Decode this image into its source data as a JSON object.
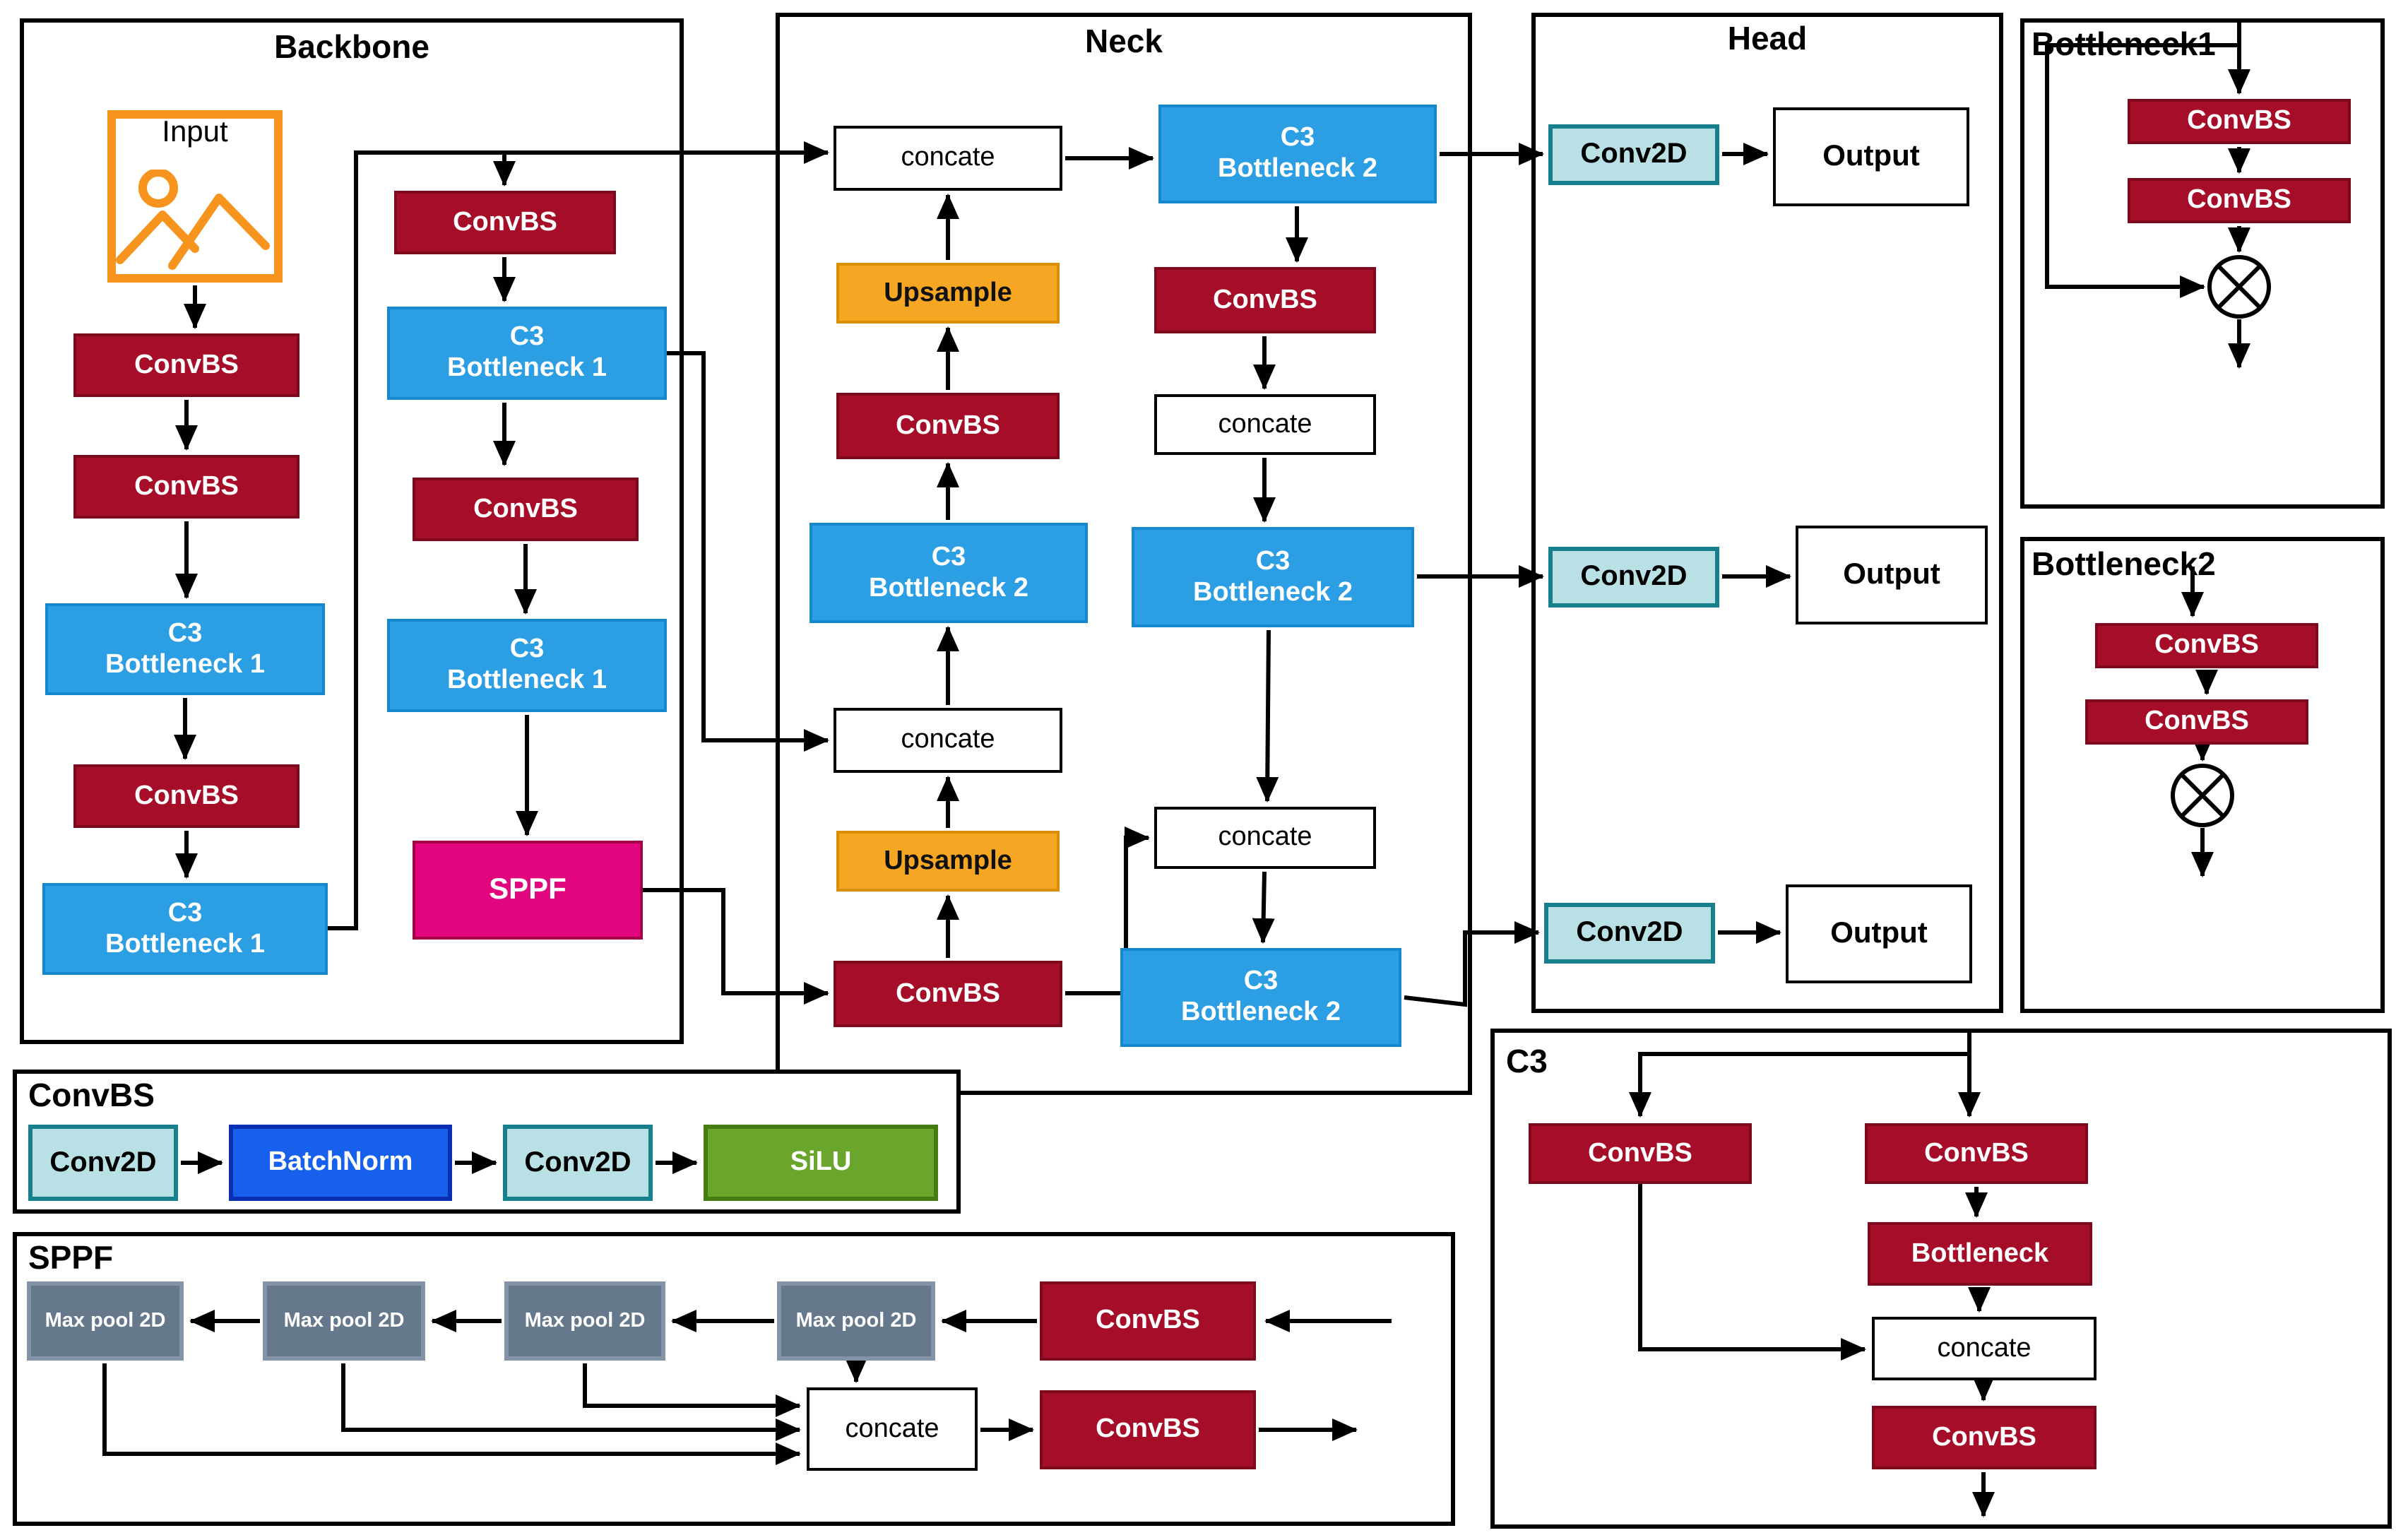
{
  "panels": {
    "backbone": {
      "title": "Backbone"
    },
    "neck": {
      "title": "Neck"
    },
    "head": {
      "title": "Head"
    },
    "bottleneck1": {
      "title": "Bottleneck1"
    },
    "bottleneck2": {
      "title": "Bottleneck2"
    },
    "c3": {
      "title": "C3"
    },
    "convbs": {
      "title": "ConvBS"
    },
    "sppf": {
      "title": "SPPF"
    }
  },
  "labels": {
    "input": "Input",
    "convbs": "ConvBS",
    "c3": "C3",
    "bottleneck1": "Bottleneck 1",
    "bottleneck2": "Bottleneck 2",
    "bottleneck": "Bottleneck",
    "sppf": "SPPF",
    "concate": "concate",
    "upsample": "Upsample",
    "conv2d": "Conv2D",
    "output": "Output",
    "batchnorm": "BatchNorm",
    "silu": "SiLU",
    "maxpool": "Max pool 2D"
  },
  "colors": {
    "convbs_fill": "#A50D28",
    "convbs_border": "#7E0A1E",
    "c3_block_fill": "#2B9EE4",
    "c3_block_border": "#1688CC",
    "upsample_fill": "#F5A623",
    "sppf_fill": "#E2067E",
    "conv2d_fill": "#B9E0E5",
    "conv2d_border": "#17808C",
    "batchnorm_fill": "#1760EC",
    "silu_fill": "#69A62B",
    "maxpool_fill": "#66788C",
    "input_icon": "#F7941D",
    "wire": "#000000"
  }
}
